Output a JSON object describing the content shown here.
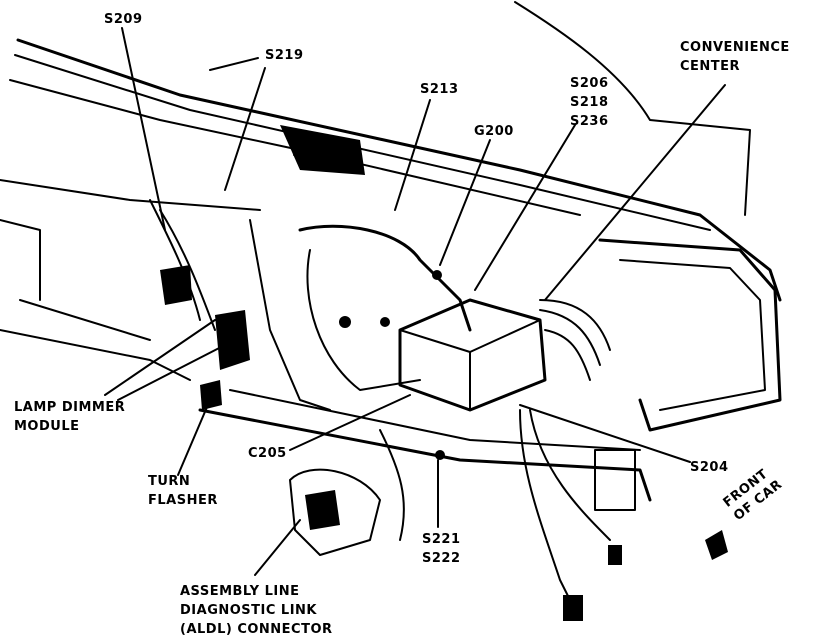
{
  "callouts": {
    "s209": "S209",
    "s219": "S219",
    "s213": "S213",
    "g200": "G200",
    "s206_group": [
      "S206",
      "S218",
      "S236"
    ],
    "convenience_center": [
      "CONVENIENCE",
      "CENTER"
    ],
    "lamp_dimmer": [
      "LAMP DIMMER",
      "MODULE"
    ],
    "turn_flasher": [
      "TURN",
      "FLASHER"
    ],
    "c205": "C205",
    "s204": "S204",
    "s221_group": [
      "S221",
      "S222"
    ],
    "aldl": [
      "ASSEMBLY LINE",
      "DIAGNOSTIC LINK",
      "(ALDL) CONNECTOR"
    ],
    "front_of_car": [
      "FRONT",
      "OF CAR"
    ]
  }
}
